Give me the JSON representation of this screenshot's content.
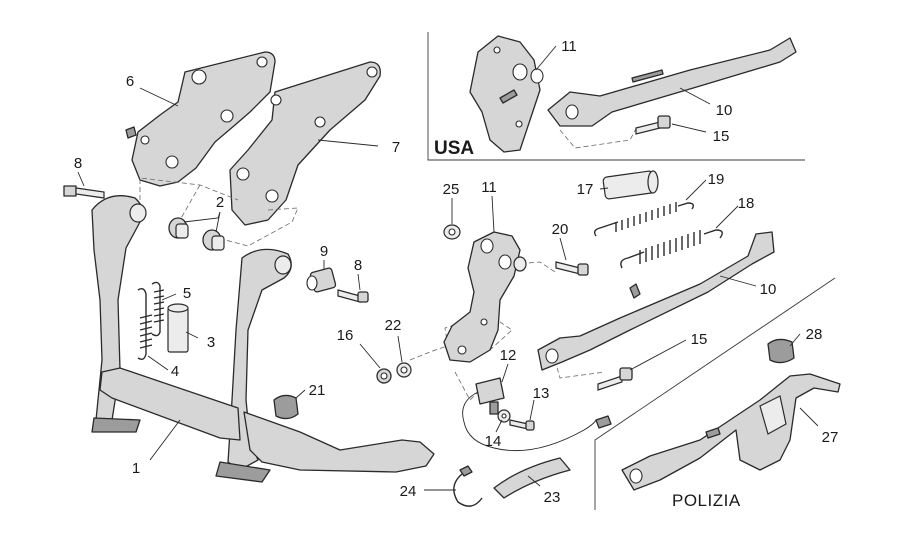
{
  "regions": {
    "usa": "USA",
    "polizia": "POLIZIA"
  },
  "callouts": {
    "c1": "1",
    "c2": "2",
    "c3": "3",
    "c4": "4",
    "c5": "5",
    "c6": "6",
    "c7": "7",
    "c8a": "8",
    "c8b": "8",
    "c9": "9",
    "c10_usa": "10",
    "c10": "10",
    "c11_usa": "11",
    "c11": "11",
    "c12": "12",
    "c13": "13",
    "c14": "14",
    "c15_usa": "15",
    "c15": "15",
    "c16": "16",
    "c17": "17",
    "c18": "18",
    "c19": "19",
    "c20": "20",
    "c21": "21",
    "c22": "22",
    "c23": "23",
    "c24": "24",
    "c25": "25",
    "c27": "27",
    "c28": "28"
  }
}
